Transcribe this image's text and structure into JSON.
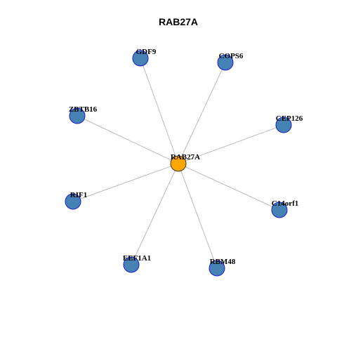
{
  "title": "RAB27A",
  "colors": {
    "center_fill": "#FFA500",
    "center_stroke": "#333333",
    "leaf_fill": "#4682B4",
    "leaf_stroke": "#1a1ad6",
    "edge": "#b3b3b3"
  },
  "graph": {
    "center": {
      "id": "rab27a",
      "label": "RAB27A"
    },
    "neighbors": [
      {
        "id": "gdf9",
        "label": "GDF9"
      },
      {
        "id": "cops6",
        "label": "COPS6"
      },
      {
        "id": "zbtb16",
        "label": "ZBTB16"
      },
      {
        "id": "cep126",
        "label": "CEP126"
      },
      {
        "id": "rif1",
        "label": "RIF1"
      },
      {
        "id": "c14orf1",
        "label": "C14orf1"
      },
      {
        "id": "eef1a1",
        "label": "EEF1A1"
      },
      {
        "id": "rbm48",
        "label": "RBM48"
      }
    ],
    "edges": [
      [
        "rab27a",
        "gdf9"
      ],
      [
        "rab27a",
        "cops6"
      ],
      [
        "rab27a",
        "zbtb16"
      ],
      [
        "rab27a",
        "cep126"
      ],
      [
        "rab27a",
        "rif1"
      ],
      [
        "rab27a",
        "c14orf1"
      ],
      [
        "rab27a",
        "eef1a1"
      ],
      [
        "rab27a",
        "rbm48"
      ]
    ]
  }
}
